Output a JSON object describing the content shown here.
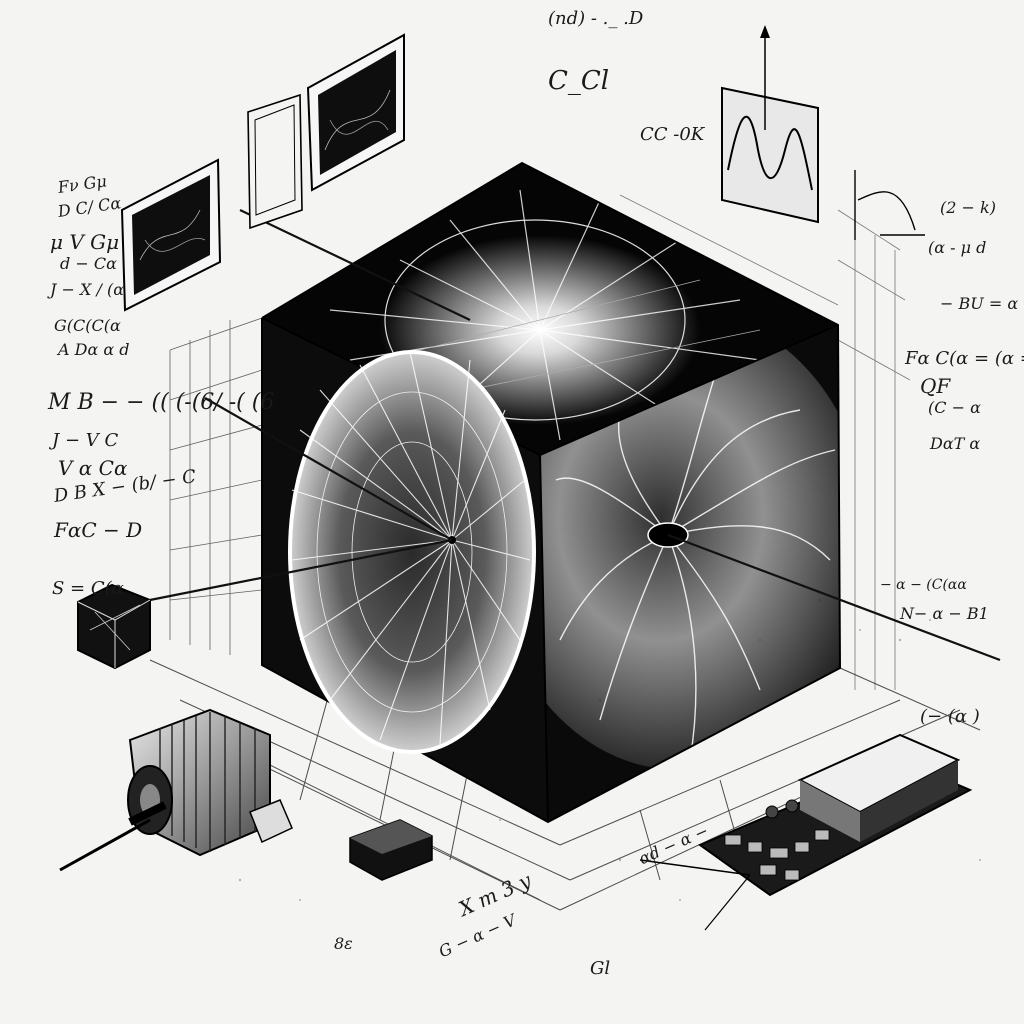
{
  "theme": {
    "ink": "#111111",
    "paper": "#f4f4f2",
    "highlight": "#ffffff"
  },
  "annotations": {
    "top_1": "(nd) - ._ .D",
    "top_2": "C_Cl",
    "top_3": "CC -0K",
    "left_1": "Fν Gμ",
    "left_2": "D C/ Cα",
    "left_3": "μ V Gμ",
    "left_4": "d − Cα",
    "left_5": "J − X / (α",
    "left_6": "G(C(C(α",
    "left_7": "A Dα α d",
    "left_8": "M B − − (( (-(6/ -( (6",
    "left_9": "J − V C",
    "left_10": "V α Cα",
    "left_11": "D B X − (b/ − C",
    "left_12": "FαC − D",
    "left_13": "S = C(α",
    "right_1": "(2 − k)",
    "right_2": "(α - μ d",
    "right_3": "Fα C(α = (α = (α",
    "right_4": "− BU = α",
    "right_5": "QF",
    "right_6": "(C − α",
    "right_7": "DαT α",
    "right_8": "− α − (C(αα",
    "right_9": "N− α − B1",
    "right_10": "(− (α )",
    "bottom_1": "X m 3 y",
    "bottom_2": "G − α − V",
    "bottom_3": "αd − α −",
    "bottom_4": "Gl",
    "bottom_5": "8ε"
  }
}
